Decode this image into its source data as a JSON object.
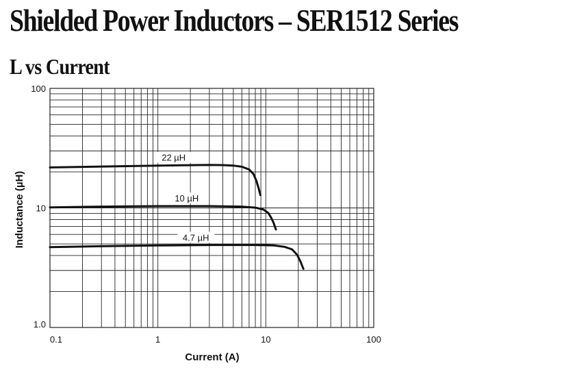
{
  "page": {
    "title": "Shielded Power Inductors – SER1512 Series"
  },
  "chart_data": {
    "type": "line",
    "title": "L vs Current",
    "xlabel": "Current (A)",
    "ylabel": "Inductance (µH)",
    "x_scale": "log",
    "y_scale": "log",
    "xlim": [
      0.1,
      100
    ],
    "ylim": [
      1.0,
      100
    ],
    "x_ticks": [
      {
        "value": 0.1,
        "label": "0.1"
      },
      {
        "value": 1,
        "label": "1"
      },
      {
        "value": 10,
        "label": "10"
      },
      {
        "value": 100,
        "label": "100"
      }
    ],
    "y_ticks": [
      {
        "value": 1.0,
        "label": "1.0"
      },
      {
        "value": 10,
        "label": "10"
      },
      {
        "value": 100,
        "label": "100"
      }
    ],
    "grid": true,
    "series": [
      {
        "name": "22 µH",
        "points": [
          [
            0.1,
            21.8
          ],
          [
            0.3,
            22.2
          ],
          [
            1,
            22.6
          ],
          [
            3,
            22.9
          ],
          [
            4,
            22.8
          ],
          [
            5,
            22.6
          ],
          [
            6,
            22.1
          ],
          [
            7,
            21
          ],
          [
            7.7,
            19.2
          ],
          [
            8.2,
            16.8
          ],
          [
            8.6,
            14.5
          ],
          [
            8.9,
            12.8
          ]
        ]
      },
      {
        "name": "10 µH",
        "points": [
          [
            0.1,
            10.1
          ],
          [
            0.3,
            10.25
          ],
          [
            1,
            10.35
          ],
          [
            3,
            10.35
          ],
          [
            6,
            10.25
          ],
          [
            8,
            10.05
          ],
          [
            9.5,
            9.7
          ],
          [
            10.5,
            9.1
          ],
          [
            11.2,
            8.3
          ],
          [
            11.8,
            7.5
          ],
          [
            12.4,
            6.6
          ]
        ]
      },
      {
        "name": "4.7 µH",
        "points": [
          [
            0.1,
            4.7
          ],
          [
            0.3,
            4.78
          ],
          [
            1,
            4.85
          ],
          [
            3,
            4.9
          ],
          [
            8,
            4.9
          ],
          [
            12,
            4.85
          ],
          [
            15,
            4.72
          ],
          [
            17.5,
            4.5
          ],
          [
            19.5,
            4.05
          ],
          [
            21,
            3.55
          ],
          [
            22.3,
            3.1
          ]
        ]
      }
    ]
  }
}
